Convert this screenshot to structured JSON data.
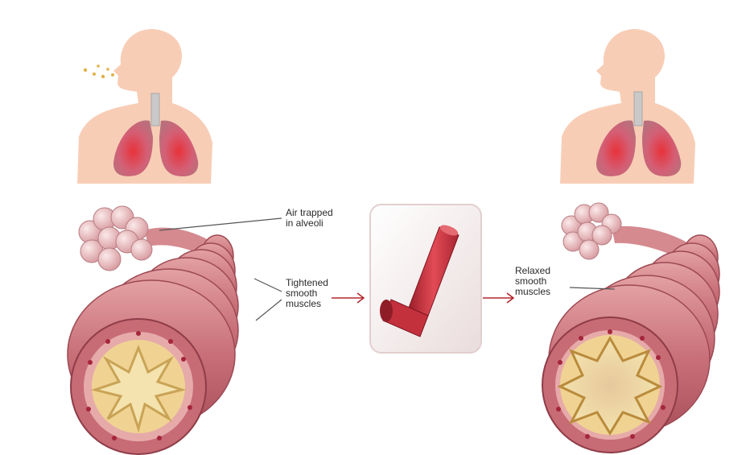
{
  "labels": {
    "air_trapped": [
      "Air trapped",
      "in alveoli"
    ],
    "tightened": [
      "Tightened",
      "smooth",
      "muscles"
    ],
    "relaxed": [
      "Relaxed",
      "smooth",
      "muscles"
    ]
  },
  "colors": {
    "skin": "#f7cdb5",
    "lung": "#cf5b6e",
    "airway_outer": "#c9727a",
    "airway_band": "#d98a8f",
    "lumen_mucus": "#f3e4a9",
    "inhaler": "#c93c46",
    "arrow": "#b3262d",
    "leader_line": "#555555"
  },
  "icons": [
    "head-torso-left",
    "lungs-left",
    "head-torso-right",
    "lungs-right",
    "alveoli-cluster",
    "bronchus-tube",
    "inhaler-icon",
    "arrow-icon"
  ]
}
